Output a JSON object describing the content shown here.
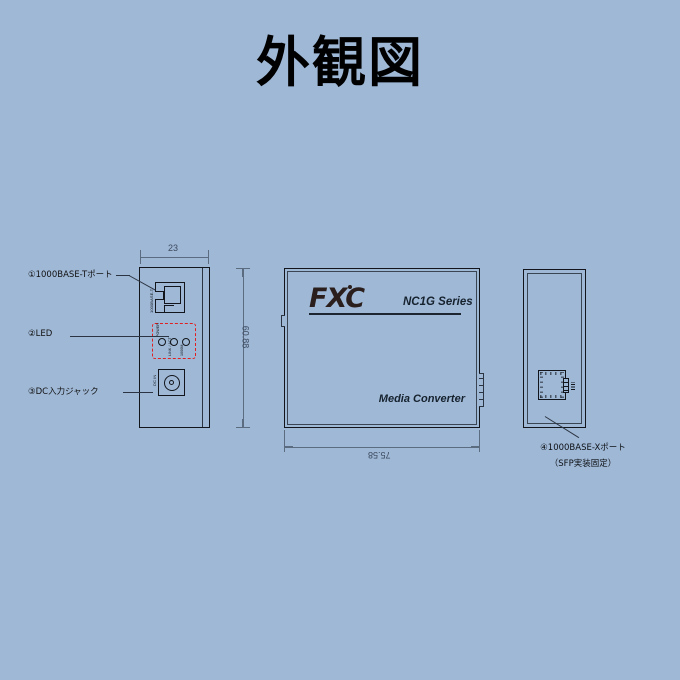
{
  "page": {
    "title": "外観図",
    "background_color": "#9fb8d6",
    "line_color": "#12161c",
    "accent_color": "#e02020"
  },
  "front_view": {
    "name": "front-panel-view",
    "width_dimension": "23",
    "rj45_port_label": "1000BASE-T",
    "dc_jack_label": "DC IN",
    "led_labels": [
      "POWER",
      "LINK / ACT",
      "1000M"
    ],
    "callouts": [
      {
        "id": "callout-1",
        "text": "①1000BASE-Tポート"
      },
      {
        "id": "callout-2",
        "text": "②LED"
      },
      {
        "id": "callout-3",
        "text": "③DC入力ジャック"
      }
    ]
  },
  "top_view": {
    "name": "top-view",
    "brand": "FXC",
    "series": "NC1G Series",
    "product_type": "Media Converter",
    "height_dimension": "60.88",
    "width_dimension": "75.58"
  },
  "rear_view": {
    "name": "rear-view",
    "callout_line1": "④1000BASE-Xポート",
    "callout_line2": "（SFP実装固定）"
  }
}
